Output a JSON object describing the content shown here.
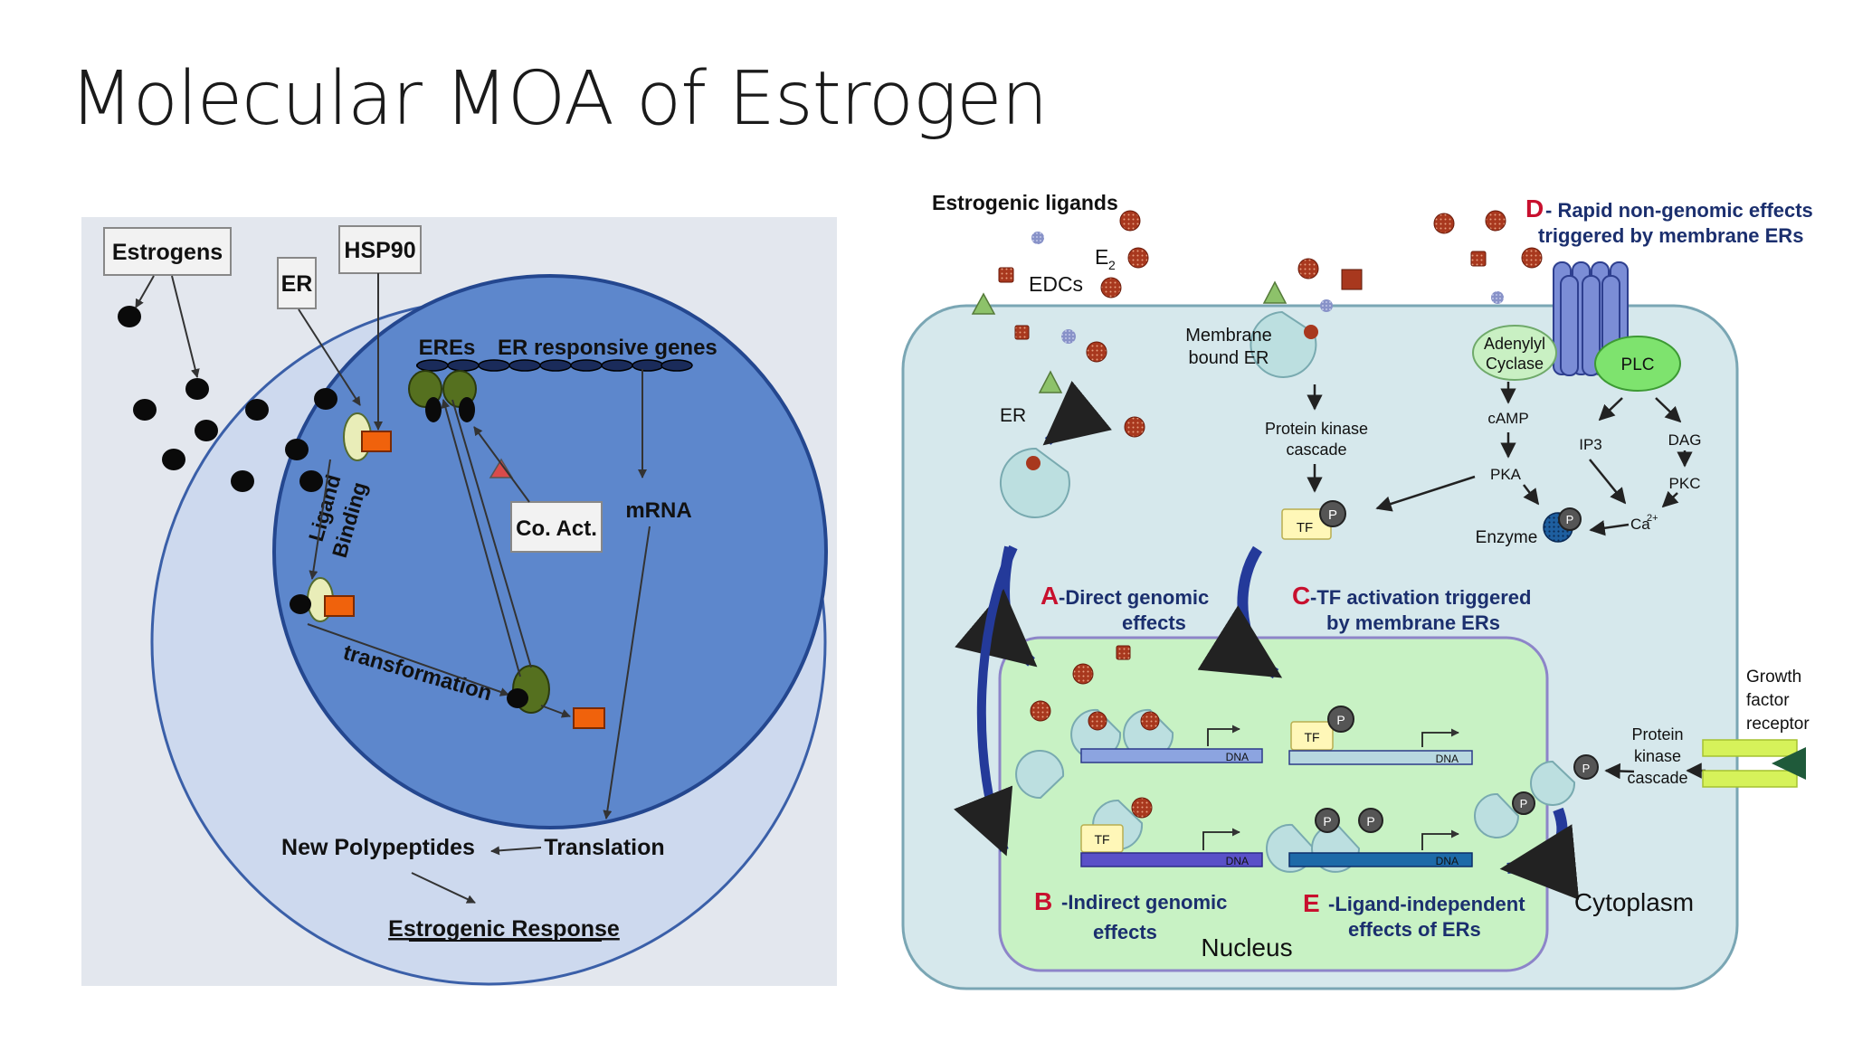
{
  "title": "Molecular MOA of Estrogen",
  "left": {
    "estrogens": "Estrogens",
    "hsp90": "HSP90",
    "er": "ER",
    "eres": "EREs",
    "er_responsive_genes": "ER responsive genes",
    "ligand": "Ligand",
    "binding": "Binding",
    "co_act": "Co. Act.",
    "mrna": "mRNA",
    "transformation": "transformation",
    "new_polypeptides": "New Polypeptides",
    "translation": "Translation",
    "estrogenic_response": "Estrogenic Response"
  },
  "right": {
    "estrogenic_ligands": "Estrogenic ligands",
    "e2": "E",
    "e2_sub": "2",
    "edcs": "EDCs",
    "er": "ER",
    "membrane_bound_er_1": "Membrane",
    "membrane_bound_er_2": "bound ER",
    "pk_cascade_1": "Protein kinase",
    "pk_cascade_2": "cascade",
    "tf": "TF",
    "p": "P",
    "adenylyl_1": "Adenylyl",
    "adenylyl_2": "Cyclase",
    "plc": "PLC",
    "camp": "cAMP",
    "pka": "PKA",
    "ip3": "IP3",
    "dag": "DAG",
    "pkc": "PKC",
    "ca": "Ca",
    "ca_sup": "2+",
    "enzyme": "Enzyme",
    "d_letter": "D",
    "d_text_1": "- Rapid non-genomic effects",
    "d_text_2": "triggered by membrane ERs",
    "a_letter": "A",
    "a_text_1": "-Direct genomic",
    "a_text_2": "effects",
    "c_letter": "C",
    "c_text_1": "-TF activation triggered",
    "c_text_2": "by membrane ERs",
    "b_letter": "B",
    "b_text_1": "-Indirect genomic",
    "b_text_2": "effects",
    "e_letter": "E",
    "e_text_1": "-Ligand-independent",
    "e_text_2": "effects of ERs",
    "nucleus": "Nucleus",
    "cytoplasm": "Cytoplasm",
    "dna": "DNA",
    "growth_1": "Growth",
    "growth_2": "factor",
    "growth_3": "receptor",
    "pk2_1": "Protein",
    "pk2_2": "kinase",
    "pk2_3": "cascade"
  },
  "colors": {
    "left_bg": "#e3e7ee",
    "outer_cell": "#cdd9ee",
    "inner_nucleus": "#5d87cc",
    "right_cell": "#d6e8ec",
    "nucleus_fill": "#c8f2c4",
    "accent_red": "#c8102e",
    "label_blue": "#1b2f6e",
    "ligand_brown": "#a8381e"
  }
}
